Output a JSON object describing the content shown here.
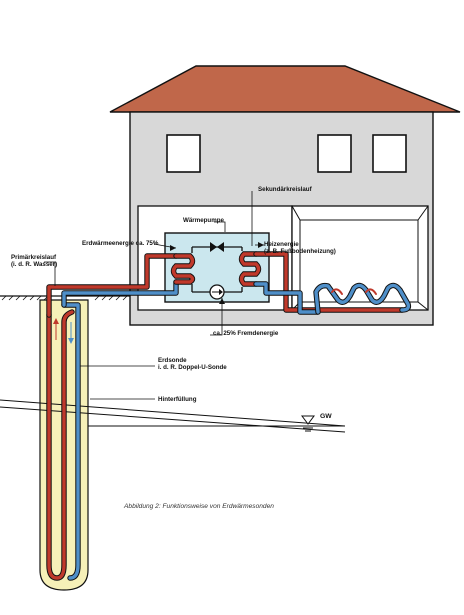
{
  "labels": {
    "primaer_1": "Primärkreislauf",
    "primaer_2": "(i. d. R. Wasser)",
    "erdwaerme": "Erdwärmeenergie ca. 75%",
    "waermepumpe": "Wärmepumpe",
    "sekundaer": "Sekundärkreislauf",
    "heiz_1": "Heizenergie",
    "heiz_2": "(z. B. Fußbodenheizung)",
    "fremd": "ca. 25% Fremdenergie",
    "erdsonde_1": "Erdsonde",
    "erdsonde_2": "i. d. R. Doppel-U-Sonde",
    "hinter": "Hinterfüllung",
    "gw": "GW"
  },
  "caption": "Abbildung 2: Funktionsweise von Erdwärmesonden",
  "colors": {
    "roof": "#c0674a",
    "wall": "#d8d8d8",
    "pump": "#cbe7ee",
    "hot_pipe": "#c0392b",
    "cold_pipe": "#4f8fc9",
    "borehole": "#f6f0b8",
    "outline": "#111111"
  },
  "icons": {
    "valve": "bowtie-valve-icon",
    "pump": "circulation-pump-icon",
    "groundwater": "groundwater-triangle-icon"
  }
}
